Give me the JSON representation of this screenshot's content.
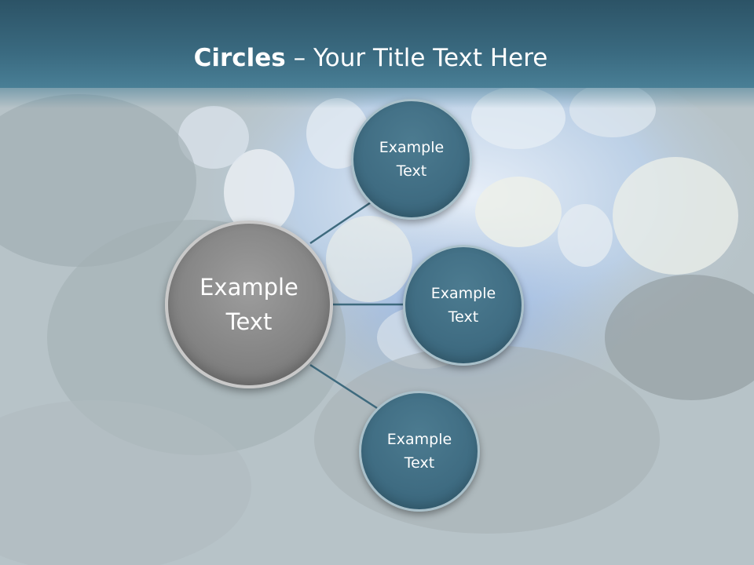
{
  "slide": {
    "title_bold": "Circles",
    "title_rest": " – Your Title Text Here",
    "main_circle": {
      "label_line1": "Example",
      "label_line2": "Text"
    },
    "satellites": [
      {
        "label_line1": "Example",
        "label_line2": "Text"
      },
      {
        "label_line1": "Example",
        "label_line2": "Text"
      },
      {
        "label_line1": "Example",
        "label_line2": "Text"
      }
    ]
  },
  "colors": {
    "header": "#3a6a80",
    "main_circle": "#858585",
    "satellite_circle": "#3f6c82",
    "connector": "#3e6a7e",
    "text": "#ffffff"
  }
}
